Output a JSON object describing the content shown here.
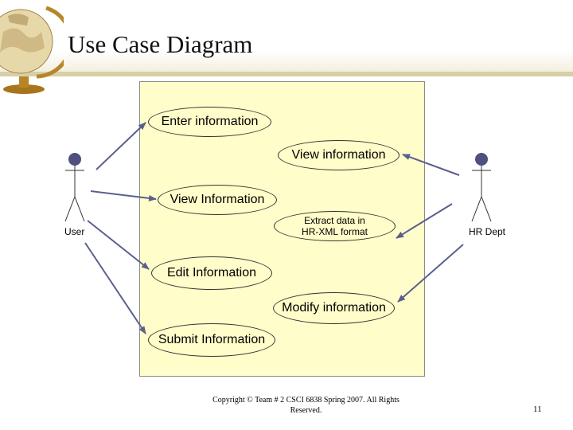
{
  "slide": {
    "title": "Use Case Diagram",
    "footer": "Copyright © Team # 2 CSCI 6838 Spring 2007. All Rights Reserved.",
    "page_number": "11"
  },
  "actors": {
    "user": "User",
    "hr": "HR Dept"
  },
  "use_cases": {
    "enter_information": "Enter information",
    "view_information_hr": "View information",
    "view_information_user": "View Information",
    "extract_data": "Extract data in HR-XML format",
    "edit_information": "Edit Information",
    "modify_information": "Modify information",
    "submit_information": "Submit Information"
  },
  "colors": {
    "system_box": "#fffdc9",
    "arrow": "#5a5f8c",
    "actor_head": "#4f5080"
  }
}
